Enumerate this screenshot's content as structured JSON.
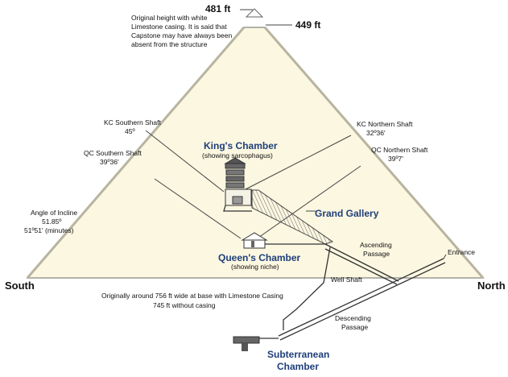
{
  "heights": {
    "original": "481 ft",
    "current": "449 ft",
    "note_lines": [
      "Original height with white",
      "Limestone casing. It is said that",
      "Capstone may have always been",
      "absent from the structure"
    ]
  },
  "shafts": {
    "kc_southern": {
      "name": "KC Southern Shaft",
      "angle": "45º"
    },
    "kc_northern": {
      "name": "KC Northern Shaft",
      "angle": "32º36'"
    },
    "qc_southern": {
      "name": "QC Southern Shaft",
      "angle": "39º36'"
    },
    "qc_northern": {
      "name": "QC Northern Shaft",
      "angle": "39º7'"
    }
  },
  "incline": {
    "title": "Angle of Incline",
    "degrees": "51.85º",
    "minutes": "51º51' (minutes)"
  },
  "chambers": {
    "kings": {
      "name": "King's Chamber",
      "sub": "(showing sarcophagus)"
    },
    "queens": {
      "name": "Queen's Chamber",
      "sub": "(showing niche)"
    },
    "subterranean": {
      "line1": "Subterranean",
      "line2": "Chamber"
    }
  },
  "passages": {
    "grand_gallery": "Grand Gallery",
    "ascending": [
      "Ascending",
      "Passage"
    ],
    "descending": [
      "Descending",
      "Passage"
    ],
    "well_shaft": "Well Shaft",
    "entrance": "Entrance"
  },
  "directions": {
    "south": "South",
    "north": "North"
  },
  "base": {
    "line1": "Originally around 756 ft wide at base with Limestone Casing",
    "line2": "745 ft without casing"
  },
  "colors": {
    "pyramid_fill": "#fbf7e1",
    "pyramid_edge": "#9a9a90",
    "chamber_text": "#1f3e7a",
    "passage": "#333333"
  }
}
